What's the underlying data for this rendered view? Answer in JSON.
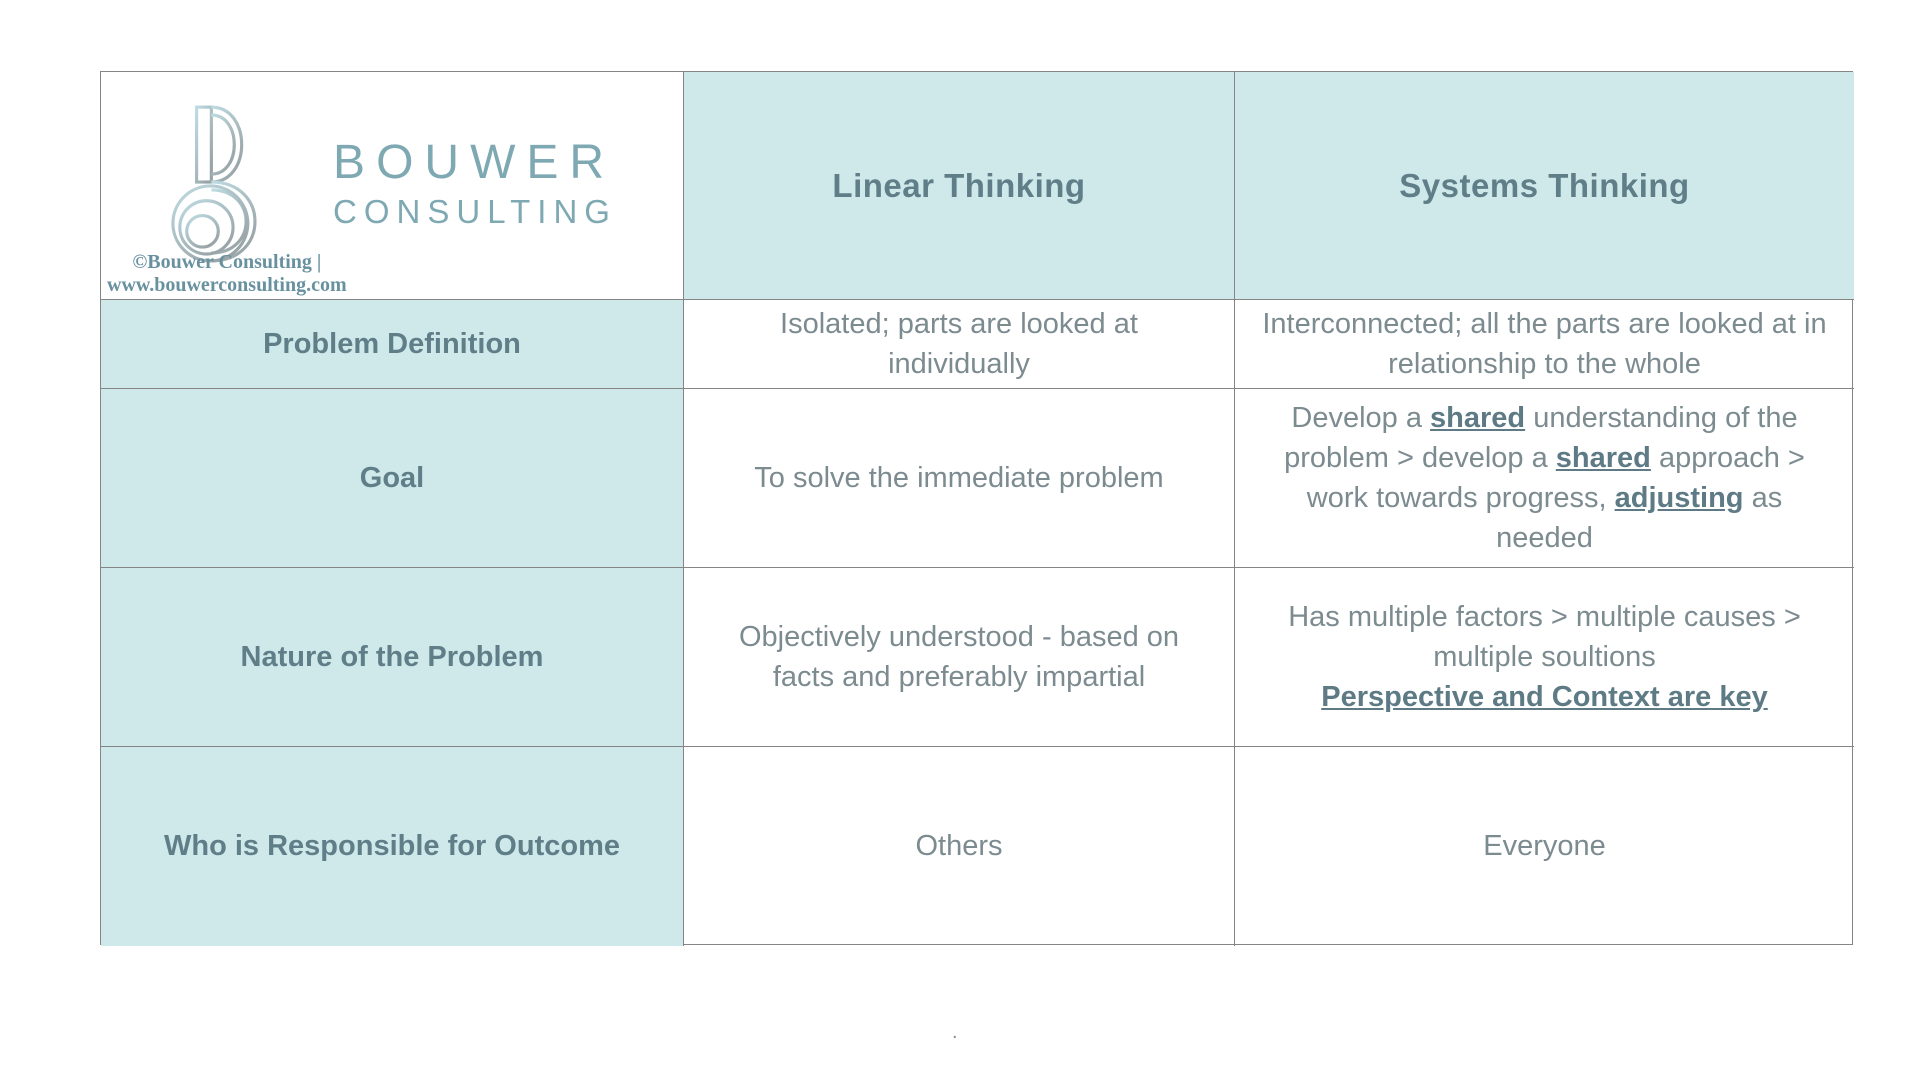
{
  "logo": {
    "brand_line1": "BOUWER",
    "brand_line2": "CONSULTING",
    "copyright_line1": "©Bouwer Consulting |",
    "copyright_line2": "www.bouwerconsulting.com"
  },
  "colors": {
    "teal_cell_background": "#cfe9eb",
    "heading_text": "#5f7e88",
    "body_text": "#7c8b90",
    "emphasis_text": "#5d7a85",
    "logo_text": "#7ea9b3",
    "border": "#858585"
  },
  "table": {
    "columns": [
      "",
      "Linear Thinking",
      "Systems Thinking"
    ],
    "rows": [
      {
        "label": "Problem Definition",
        "linear_segments": [
          {
            "t": "Isolated; parts are looked at individually"
          }
        ],
        "systems_segments": [
          {
            "t": "Interconnected; all the parts are looked at in relationship to the whole"
          }
        ]
      },
      {
        "label": "Goal",
        "linear_segments": [
          {
            "t": "To solve the immediate problem"
          }
        ],
        "systems_segments": [
          {
            "t": "Develop a "
          },
          {
            "t": "shared",
            "em": true
          },
          {
            "t": " understanding of the problem > develop a "
          },
          {
            "t": "shared",
            "em": true
          },
          {
            "t": " approach > work towards progress, "
          },
          {
            "t": "adjusting",
            "em": true
          },
          {
            "t": " as needed"
          }
        ]
      },
      {
        "label": "Nature of the Problem",
        "linear_segments": [
          {
            "t": "Objectively understood - based on facts and preferably impartial"
          }
        ],
        "systems_segments": [
          {
            "t": "Has multiple factors > multiple causes > multiple soultions"
          },
          {
            "br": true
          },
          {
            "t": "Perspective and Context are key",
            "em": true
          }
        ]
      },
      {
        "label": "Who is Responsible for Outcome",
        "linear_segments": [
          {
            "t": "Others"
          }
        ],
        "systems_segments": [
          {
            "t": "Everyone"
          }
        ]
      }
    ]
  },
  "footer": {
    "dot": "."
  }
}
